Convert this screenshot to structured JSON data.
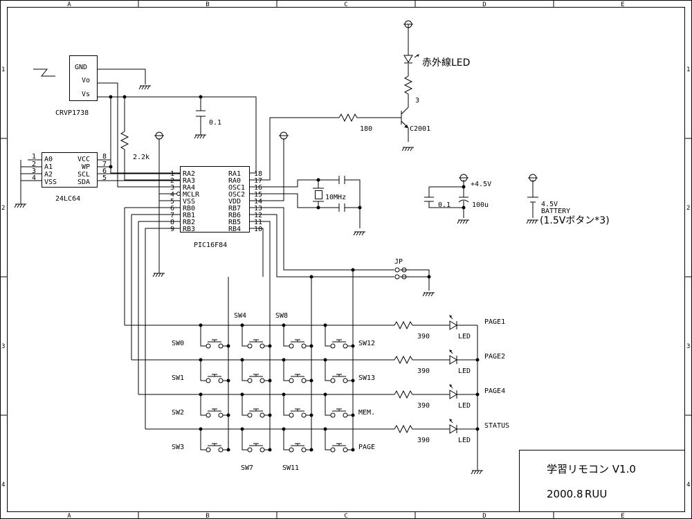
{
  "frame": {
    "cols": [
      "A",
      "B",
      "C",
      "D",
      "E"
    ],
    "rows": [
      "1",
      "2",
      "3",
      "4"
    ]
  },
  "sensor": {
    "part": "CRVP1738",
    "pins": [
      "GND",
      "Vo",
      "Vs"
    ]
  },
  "eeprom": {
    "part": "24LC64",
    "left_pins": [
      "A0",
      "A1",
      "A2",
      "VSS"
    ],
    "left_nums": [
      "1",
      "2",
      "3",
      "4"
    ],
    "right_pins": [
      "VCC",
      "WP",
      "SCL",
      "SDA"
    ],
    "right_nums": [
      "8",
      "7",
      "6",
      "5"
    ]
  },
  "mcu": {
    "part": "PIC16F84",
    "left_pins": [
      "RA2",
      "RA3",
      "RA4",
      "MCLR",
      "VSS",
      "RB0",
      "RB1",
      "RB2",
      "RB3"
    ],
    "left_nums": [
      "1",
      "2",
      "3",
      "4",
      "5",
      "6",
      "7",
      "8",
      "9"
    ],
    "right_pins": [
      "RA1",
      "RA0",
      "OSC1",
      "OSC2",
      "VDD",
      "RB7",
      "RB6",
      "RB5",
      "RB4"
    ],
    "right_nums": [
      "18",
      "17",
      "16",
      "15",
      "14",
      "13",
      "12",
      "11",
      "10"
    ]
  },
  "parts": {
    "r_pullup": "2.2k",
    "c_bypass": "0.1",
    "r_base": "180",
    "transistor": "C2001",
    "r_led": "3",
    "ir_led": "赤外線LED",
    "crystal": "10MHz",
    "c_supply": "0.1",
    "c_elec": "100u",
    "vcc": "+4.5V",
    "battery_v": "4.5V",
    "battery": "BATTERY",
    "battery_note": "(1.5Vボタン*3)",
    "jumper": "JP"
  },
  "switches": [
    "SW0",
    "SW1",
    "SW2",
    "SW3",
    "SW4",
    "SW8",
    "SW12",
    "SW13",
    "MEM.",
    "PAGE",
    "SW7",
    "SW11"
  ],
  "indicators": {
    "labels": [
      "PAGE1",
      "PAGE2",
      "PAGE4",
      "STATUS"
    ],
    "resistor": "390",
    "led": "LED"
  },
  "title_block": {
    "title": "学習リモコン V1.0",
    "date": "2000.8",
    "author": "RUU"
  }
}
